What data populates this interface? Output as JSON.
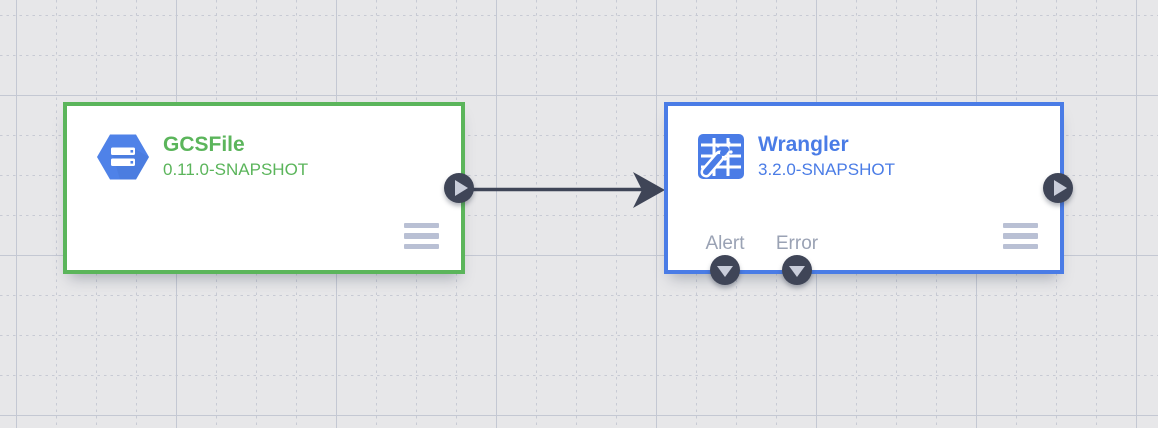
{
  "canvas": {
    "name": "pipeline-canvas",
    "colors": {
      "background": "#e7e7e9",
      "grid_line": "#c7cad4",
      "edge": "#3f4557",
      "port_background": "#3f4557",
      "port_glyph": "#c9cdda",
      "menu_icon": "#b9c0d4",
      "port_label_text": "#9aa2b4",
      "node_background": "#ffffff"
    }
  },
  "nodes": [
    {
      "id": "gcsfile",
      "title": "GCSFile",
      "version": "0.11.0-SNAPSHOT",
      "accent_color": "#5bb55b",
      "icon": "gcs-bucket-icon",
      "output_port": "output"
    },
    {
      "id": "wrangler",
      "title": "Wrangler",
      "version": "3.2.0-SNAPSHOT",
      "accent_color": "#4a7ce6",
      "icon": "wrangler-wand-icon",
      "output_port": "output",
      "bottom_ports": [
        {
          "label": "Alert"
        },
        {
          "label": "Error"
        }
      ]
    }
  ],
  "connections": [
    {
      "from": "gcsfile",
      "to": "wrangler"
    }
  ]
}
